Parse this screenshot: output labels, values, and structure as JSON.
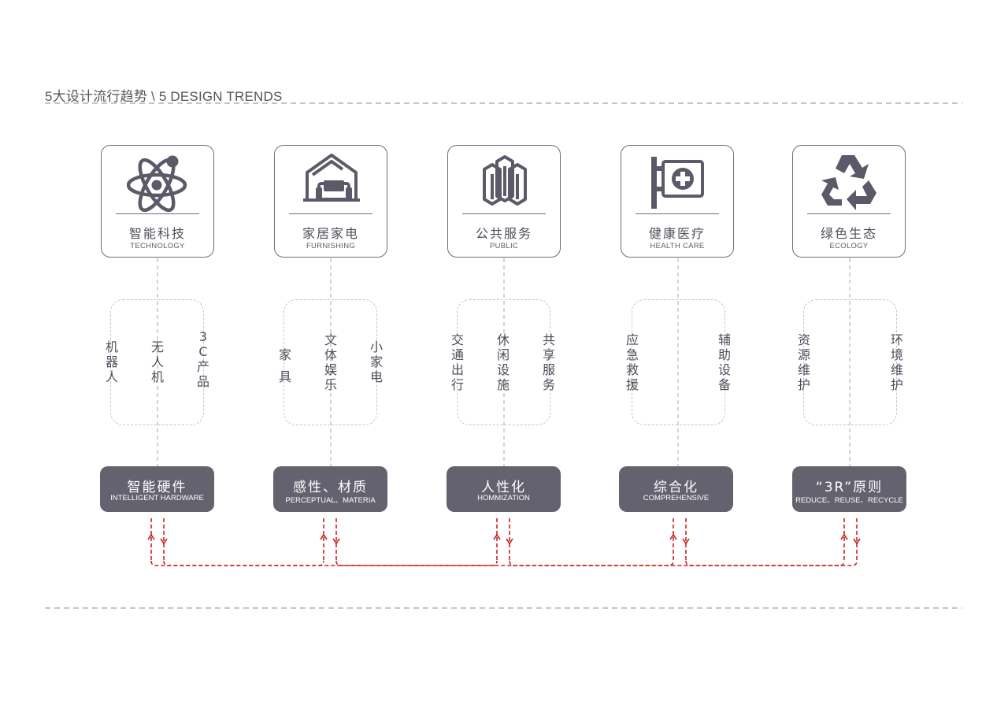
{
  "title": "5大设计流行趋势 \\ 5 DESIGN TRENDS",
  "colors": {
    "card_border": "#6e6d79",
    "icon": "#5b5a68",
    "dashed": "#c6c5cc",
    "pill_bg": "#64626f",
    "arrow_red": "#cc2222"
  },
  "trends": [
    {
      "cn": "智能科技",
      "en": "TECHNOLOGY",
      "icon": "atom-icon",
      "subs": [
        "机器人",
        "无人机",
        "3C产品"
      ],
      "pill_cn": "智能硬件",
      "pill_en": "INTELLIGENT HARDWARE"
    },
    {
      "cn": "家居家电",
      "en": "FURNISHING",
      "icon": "house-sofa-icon",
      "subs": [
        "家具",
        "文体娱乐",
        "小家电"
      ],
      "pill_cn": "感性、材质",
      "pill_en": "PERCEPTUAL、MATERIA"
    },
    {
      "cn": "公共服务",
      "en": "PUBLIC",
      "icon": "public-building-icon",
      "subs": [
        "交通出行",
        "休闲设施",
        "共享服务"
      ],
      "pill_cn": "人性化",
      "pill_en": "HOMMIZATION"
    },
    {
      "cn": "健康医疗",
      "en": "HEALTH CARE",
      "icon": "hospital-sign-icon",
      "subs": [
        "应急救援",
        "辅助设备"
      ],
      "pill_cn": "综合化",
      "pill_en": "COMPREHENSIVE"
    },
    {
      "cn": "绿色生态",
      "en": "ECOLOGY",
      "icon": "recycle-icon",
      "subs": [
        "资源维护",
        "环境维护"
      ],
      "pill_cn": "“3R”原则",
      "pill_en": "REDUCE、REUSE、RECYCLE"
    }
  ]
}
